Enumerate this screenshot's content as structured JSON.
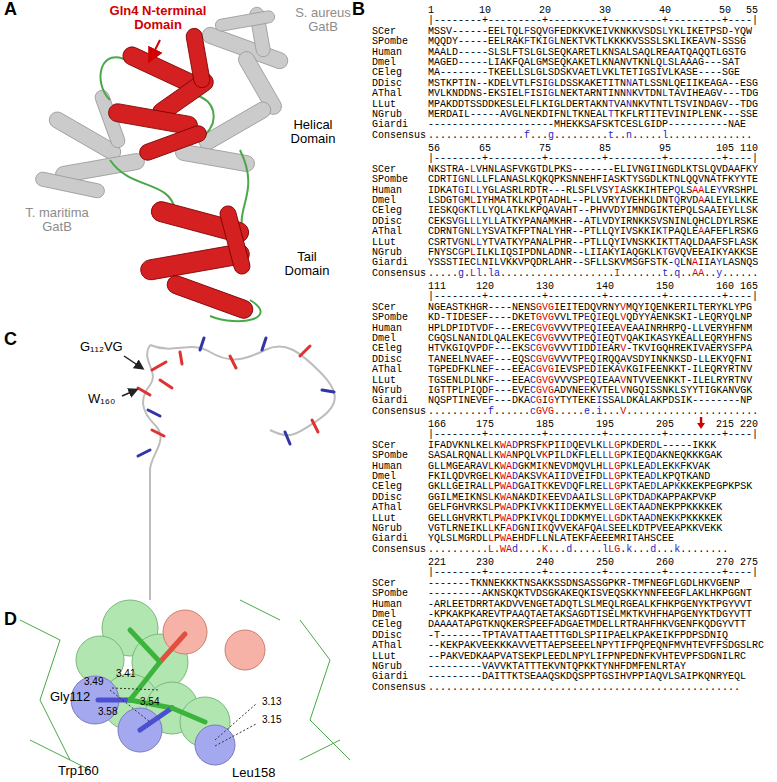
{
  "diagram": {
    "labels": [
      "A",
      "Gln4 N-terminal Domain",
      "S. aureus GatB",
      "Helical Domain",
      "T. maritima GatB",
      "Tail Domain",
      "B",
      "C",
      "G₁₁₂VG",
      "W₁₆₀",
      "D",
      "Gly112",
      "Trp160",
      "Leu158",
      "3.49",
      "3.41",
      "3.58",
      "3.54",
      "3.13",
      "3.15",
      "1",
      "10",
      "20",
      "30",
      "40",
      "50",
      "55",
      "|--------+---------+---------+---------+---------+----|",
      "SCer",
      "MSSV------EELTQLFSQVGFEDKKVKEIVKNKKVSDSLYKLIKETPSD-YQW",
      "SPombe",
      "MQQDY-----EELRAKFTKIGLNEKTVKTLKKKKVSSSLSKLIKEAVN-SSSG",
      "Human",
      "MAALD-----SLSLFTSLGLSEQKARETLKNSALSAQLREAATQAQQTLGSTG",
      "Dmel",
      "MAGED-----LIAKFQALGMSEQKAKETLKNANVTKNLQLSLAAAG---SAT",
      "CEleg",
      "MA--------TKEELLSLGLSDSKVAETLVKLTETIGSIVLKASE----SGE",
      "DDisc",
      "MSTKPTIN--KDELVTLFSIGLDSSKAKETITNNATLSSNLQEIIKEAGA--ESG",
      "AThal",
      "MVLKNDDNS-EKSIELFISIGLNEKTARNTINNNKVTDNLTAVIHEAGV---TDG",
      "LLut",
      "MPAKDDTSSDDKESLELFLKIGLDERTAKNTVANNKVTNTLTSVINDAGV--TDG",
      "NGrub",
      "MERDAIL-----AVGLNEKDIFNLTKNEALTTKFLRTITEVINIPLENK---SSE",
      "Giardi",
      "---------------------MHEKKSAFSKTCESLGIDP----------NAE",
      "Consensus",
      "................f...g.........t..n.....l..............",
      "56",
      "65",
      "75",
      "85",
      "95",
      "105",
      "110",
      "|--------+---------+---------+---------+---------+----|",
      "SCer",
      "NKSTRA-LVHNLASFVKGTDLPKS-------ELIVNGIINGDLKTSLQVDAAFKY",
      "SPombe",
      "CDRTIGNLLLFLANASLKQKQPKSNNEHFIASKTYSGDLKTNLQQVNATFKYYTE",
      "Human",
      "IDKATGILLYGLASRLRDTR---RLSFLVSYIASKKIHTEPQLSAALEYVRSHPL",
      "Dmel",
      "LSDGTGMLIYHMATKLKPQTADHL--PLLVRYIVEHKLDNTQRVDAALEYLLKKE",
      "CEleg",
      "IESKQGKTLLYQLATKLKPQAVAHT--PHVVDYIMNDGIKTEPQLSAAIEYLLSK",
      "DDisc",
      "CEKSVGLLLYLLATKYPANAMKHR--ATLVDYIRNKKSVSNINLQHCLDYLRSKE",
      "AThal",
      "CDRNTGNLLYSVATKFPTNALYHR--PTLLQYIVSKKIKTPAQLEAAFEFLRSKG",
      "LLut",
      "CSRTVGNLLYTVATKYPANALPHR--PTLLQYIVNSKKIKTTAQLDAAFSFLASK",
      "NGrub",
      "FNYSCGPLILKLIQSIPDNLADNR--LIIAKYIAQGKLKTGVQVEEAIKYAKKSE",
      "Giardi",
      "YSSSTIECLNILVKKVPQDRLAHR--SFLLSKVMSGFSTK-QLNAIIAYLASNQS",
      "Consensus",
      ".....g.Ll.la...................I.......t.q..AA..y......",
      "111",
      "120",
      "130",
      "140",
      "150",
      "160",
      "165",
      "|--------+---------+---------+---------+---------+----|",
      "SCer",
      "NGEASTKHGR----NENSGVGIEITEDQVRNYVMQYIQENKERILTERYKLYPG",
      "SPombe",
      "KD-TIDESEF----DKETGVGVVLTPEQIEQLVQDYYAENKSKI-LEQRYQLNP",
      "Human",
      "HPLDPIDTVDF---ERECGVGVVVTPEQIEEAVEAAINRHRPQ-LLVERYHFNM",
      "Dmel",
      "CGQSLNANIDLQALEKECGVGVVVTPEQIEQTVQAKIKASYKEALLEQRYHFNS",
      "CEleg",
      "HTVKGIQVPDF---EKSCGVGVVVTIDDIEARV-TKVIGQHREKIVAERYSFPA",
      "DDisc",
      "TANEELNVAEF---EQSCGVGVVVTPEQIRQQAVSDYINKNKSD-LLEKYQFNI",
      "AThal",
      "TGPEDFKLNEF---EEACGVGIEVSPEDIEKAVKGIFEENKKT-ILEQRYRTNV",
      "LLut",
      "TGSENLDLNKF---EEACGVGVVVSPEQIEAAVNTVVEENKKT-ILELRYRTNV",
      "NGrub",
      "IGTTPLPIQDF---EVECGVGADVNEEKVTELVNGQISSNKLSYYTIGKANVGK",
      "Giardi",
      "NQSPTINEVEF---DKACGIGYTYTEKEISSALDKALAKPDSIK--------NP",
      "Consensus",
      "..........f......cGVG.....e.i...V......................",
      "166",
      "175",
      "185",
      "195",
      "205",
      "215",
      "220",
      "|--------+---------+---------+---------+---------+----|",
      "SCer",
      "IFADVKNLKELKWADPRSFKPIIDQEVLKLLGPKDERDL-----IKKK",
      "SPombe",
      "SASALRQNALLKWANPQLVKPILDKFLELLLGPKIEQDAKNEQKKKGAK",
      "Human",
      "GLLMGEARAVLKWADGKMIKNEVDMQVLHLLGPKLEADLEKKFKVAK",
      "Dmel",
      "FKILQDVRGELKWADAKSVKAIIDVEIFDLLGPKTEADLKPQTKAND",
      "CEleg",
      "GKLLGEIRALLPWADGAITKKEVDQFLRELLGPKTAEDLAPKKKEKPEGPKPSK",
      "DDisc",
      "GGILMEIKNSLKWANAKDIKEEVDAAILSLLGPKTDADKAPPAKPVKP",
      "AThal",
      "GELFGHVRKSLPWADPKIVKKIIDEKMYELLGEKTAADNEKPPKKKKEK",
      "LLut",
      "GELLGHVRKTLPWADPKIVKQLIDDKMYELLGDKTAADNEKKPKKKKEK",
      "NGrub",
      "VGTLRNEIKLLKFADGNIIKQVVEKAFQALSEELKDTPVEEAPKKVEKK",
      "Giardi",
      "YQLSLMGRDLLPWAEHDFLLNLATEKFAEEEMRITAHSCEE",
      "Consensus",
      "..........L.WAd....K...d.....lLG.k...d...k........",
      "221",
      "230",
      "240",
      "250",
      "260",
      "270",
      "275",
      "|--------+---------+---------+---------+---------+----|",
      "SCer",
      "-------TKNNEKKKTNSAKKSSDNSASSGPKR-TMFNEGFLGDLHKVGENP",
      "SPombe",
      "---------AKNSKQKTVDSGKAKEQKISVEQSKKYNNFEEGFLAKLHKPGGNT",
      "Human",
      "-ARLEETDRRTAKDVVENGETADQTLSLMEQLRGEALKFHKPGENYKTPGYVVT",
      "Dmel",
      "-KPKAKPKAREVTPAAQTAETAKSAGDTISELMKTKVHFHAPGENYKTDGYVTT",
      "CEleg",
      "DAAAATAPGTKNQKERSPEEFADGAETMDELLRTRAHFHKVGENFKQDGYVTT",
      "DDisc",
      "-T-------TPTAVATTAAETTTGDLSPIIPAELKPAKEIKFPDPSDNIQ",
      "AThal",
      "--KEKPAKVEEKKKAVVETTAEPSEEELNPYTIFPQPEQNFMVHTEVFFSDGSLRC",
      "LLut",
      "--PAKVEDKAAPVATSEKPLEEDLNPYLIFPNPEDNFKVHTEVPFSDGNILRC",
      "NGrub",
      "---------VAVVKTATTTEKVNTQPKKTYNHFDMFENLRTAY",
      "Giardi",
      "---------DAITTKTSEAAQSKDQSPPTGSIHVPPIAQVLSAIPKQNRYEQL",
      "Consensus",
      "...................................................."
    ]
  }
}
